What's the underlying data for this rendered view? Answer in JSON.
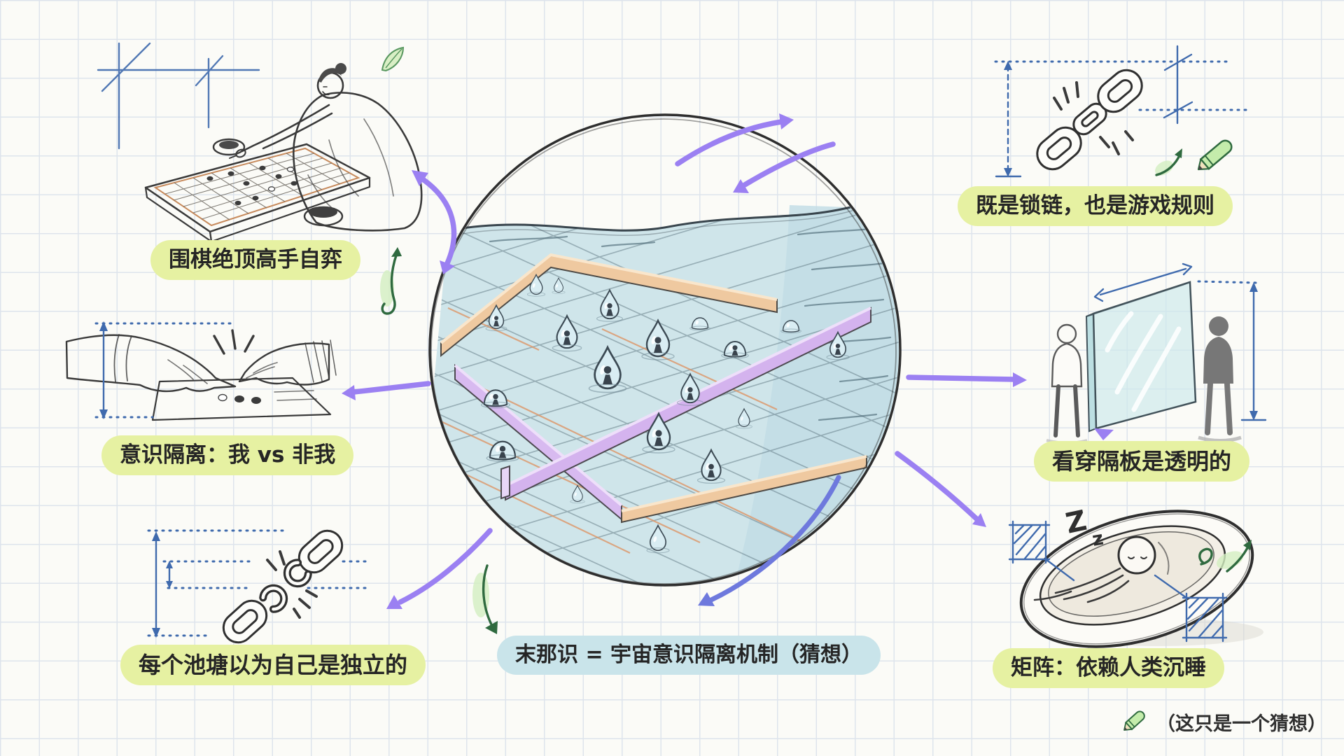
{
  "labels": {
    "go_master": "围棋绝顶高手自弈",
    "isolation": "意识隔离：我 vs 非我",
    "pond_independent": "每个池塘以为自己是独立的",
    "chain_rules": "既是锁链，也是游戏规则",
    "glass_transparent": "看穿隔板是透明的",
    "matrix_sleep": "矩阵：依赖人类沉睡",
    "center_hypothesis": "末那识 = 宇宙意识隔离机制（猜想）",
    "footnote": "（这只是一个猜想）",
    "z_big": "Z",
    "z_small": "z"
  },
  "colors": {
    "label_bg_lime": "#e6f1a2",
    "label_bg_blue": "#c9e4ea",
    "arrow_purple": "#9b80f2",
    "arrow_indigo": "#6e79dd",
    "sketch_blue": "#3f6aad",
    "doodle_green": "#2f6a3f",
    "water": "#cfe5ea",
    "wall_peach": "#efc9a0",
    "wall_purple": "#d8baf0",
    "paper": "#fbfbf7",
    "grid_line": "#dee4ec",
    "ink": "#3a3a3a"
  }
}
